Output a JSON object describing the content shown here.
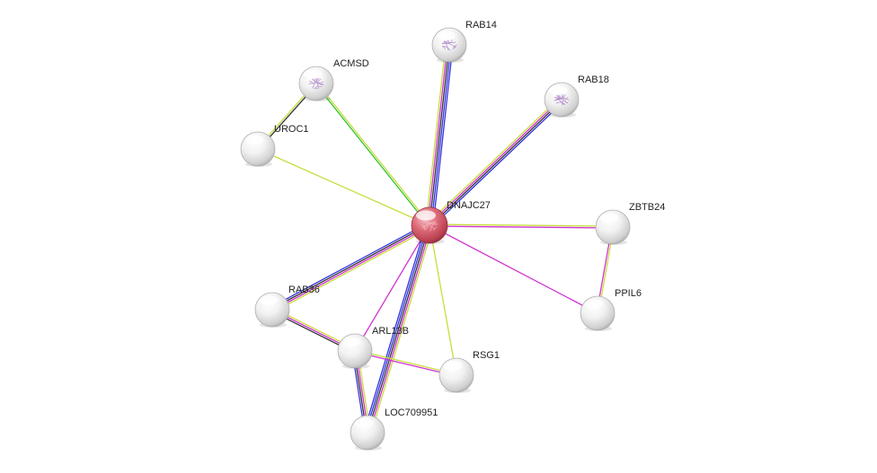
{
  "network": {
    "nodes": [
      {
        "id": "DNAJC27",
        "label": "DNAJC27",
        "kind": "query",
        "texture": "structure"
      },
      {
        "id": "RAB14",
        "label": "RAB14",
        "kind": "partner",
        "texture": "structure"
      },
      {
        "id": "RAB18",
        "label": "RAB18",
        "kind": "partner",
        "texture": "structure"
      },
      {
        "id": "ACMSD",
        "label": "ACMSD",
        "kind": "partner",
        "texture": "structure"
      },
      {
        "id": "UROC1",
        "label": "UROC1",
        "kind": "partner",
        "texture": "none"
      },
      {
        "id": "ZBTB24",
        "label": "ZBTB24",
        "kind": "partner",
        "texture": "none"
      },
      {
        "id": "PPIL6",
        "label": "PPIL6",
        "kind": "partner",
        "texture": "none"
      },
      {
        "id": "RAB36",
        "label": "RAB36",
        "kind": "partner",
        "texture": "none"
      },
      {
        "id": "ARL13B",
        "label": "ARL13B",
        "kind": "partner",
        "texture": "none"
      },
      {
        "id": "RSG1",
        "label": "RSG1",
        "kind": "partner",
        "texture": "none"
      },
      {
        "id": "LOC709951",
        "label": "LOC709951",
        "kind": "partner",
        "texture": "none"
      }
    ],
    "edges": [
      {
        "source": "DNAJC27",
        "target": "RAB14",
        "evidence": [
          "yellowgreen",
          "magenta",
          "black",
          "blue",
          "blue"
        ]
      },
      {
        "source": "DNAJC27",
        "target": "RAB18",
        "evidence": [
          "yellowgreen",
          "magenta",
          "black",
          "blue"
        ]
      },
      {
        "source": "DNAJC27",
        "target": "ACMSD",
        "evidence": [
          "green",
          "yellowgreen"
        ]
      },
      {
        "source": "DNAJC27",
        "target": "UROC1",
        "evidence": [
          "yellowgreen"
        ]
      },
      {
        "source": "DNAJC27",
        "target": "ZBTB24",
        "evidence": [
          "yellowgreen",
          "magenta"
        ]
      },
      {
        "source": "DNAJC27",
        "target": "PPIL6",
        "evidence": [
          "magenta"
        ]
      },
      {
        "source": "DNAJC27",
        "target": "RAB36",
        "evidence": [
          "yellowgreen",
          "magenta",
          "black",
          "blue"
        ]
      },
      {
        "source": "DNAJC27",
        "target": "ARL13B",
        "evidence": [
          "magenta"
        ]
      },
      {
        "source": "DNAJC27",
        "target": "RSG1",
        "evidence": [
          "yellowgreen"
        ]
      },
      {
        "source": "DNAJC27",
        "target": "LOC709951",
        "evidence": [
          "yellowgreen",
          "magenta",
          "black",
          "blue",
          "blue"
        ]
      },
      {
        "source": "ACMSD",
        "target": "UROC1",
        "evidence": [
          "black",
          "yellowgreen"
        ]
      },
      {
        "source": "ZBTB24",
        "target": "PPIL6",
        "evidence": [
          "yellowgreen",
          "magenta"
        ]
      },
      {
        "source": "RAB36",
        "target": "ARL13B",
        "evidence": [
          "yellowgreen",
          "magenta",
          "black"
        ]
      },
      {
        "source": "ARL13B",
        "target": "LOC709951",
        "evidence": [
          "yellowgreen",
          "magenta",
          "black",
          "blue"
        ]
      },
      {
        "source": "ARL13B",
        "target": "RSG1",
        "evidence": [
          "yellowgreen",
          "magenta"
        ]
      }
    ]
  },
  "colors": {
    "yellowgreen": "#c7dd3c",
    "magenta": "#d033d2",
    "black": "#333333",
    "blue": "#3333dd",
    "green": "#33c233",
    "query_node": "#d86070",
    "partner_node": "#ececec",
    "structure_texture": "#a679c4"
  }
}
